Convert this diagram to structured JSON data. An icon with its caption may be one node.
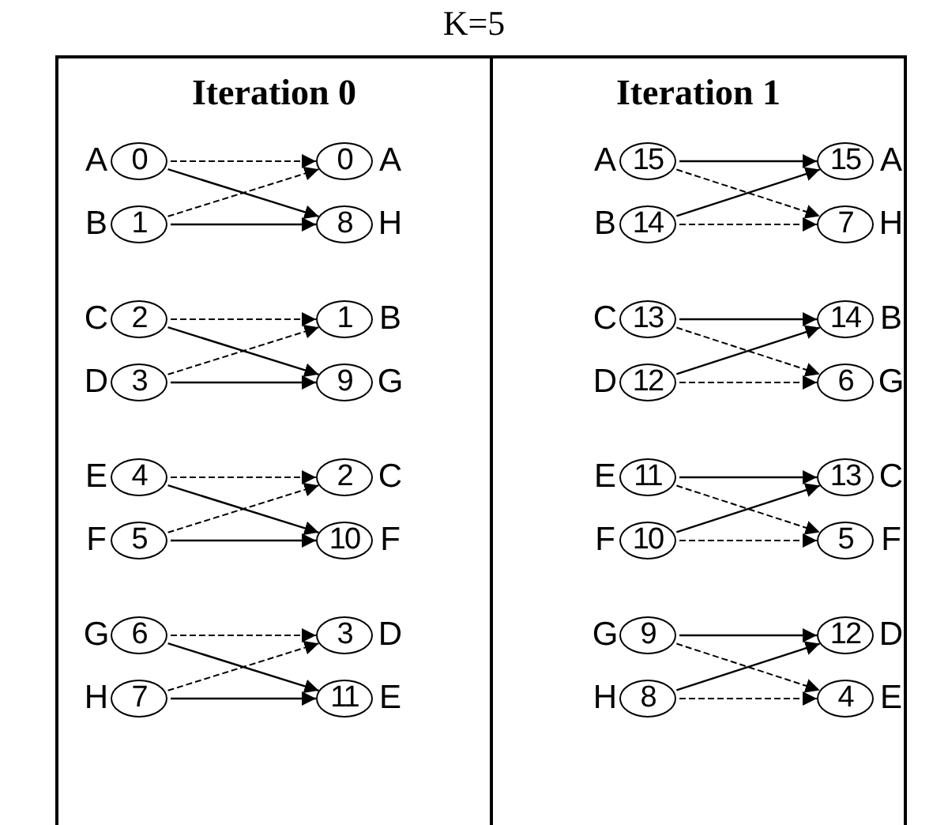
{
  "diagram": {
    "title": "K=5",
    "nodes": [
      {
        "text": [
          "Iteration 0"
        ]
      },
      {
        "text": [
          "0"
        ],
        "in": 0,
        "beside": [
          "A"
        ]
      },
      {
        "text": [
          "0"
        ],
        "in": 0,
        "beside": [
          "A"
        ]
      },
      {
        "text": [
          "1"
        ],
        "in": 0,
        "beside": [
          "B"
        ]
      },
      {
        "text": [
          "8"
        ],
        "in": 0,
        "beside": [
          "H"
        ]
      },
      {
        "text": [
          "2"
        ],
        "in": 0,
        "beside": [
          "C"
        ]
      },
      {
        "text": [
          "1"
        ],
        "in": 0,
        "beside": [
          "B"
        ]
      },
      {
        "text": [
          "3"
        ],
        "in": 0,
        "beside": [
          "D"
        ]
      },
      {
        "text": [
          "9"
        ],
        "in": 0,
        "beside": [
          "G"
        ]
      },
      {
        "text": [
          "4"
        ],
        "in": 0,
        "beside": [
          "E"
        ]
      },
      {
        "text": [
          "2"
        ],
        "in": 0,
        "beside": [
          "C"
        ]
      },
      {
        "text": [
          "5"
        ],
        "in": 0,
        "beside": [
          "F"
        ]
      },
      {
        "text": [
          "10"
        ],
        "in": 0,
        "beside": [
          "F"
        ]
      },
      {
        "text": [
          "6"
        ],
        "in": 0,
        "beside": [
          "G"
        ]
      },
      {
        "text": [
          "3"
        ],
        "in": 0,
        "beside": [
          "D"
        ]
      },
      {
        "text": [
          "7"
        ],
        "in": 0,
        "beside": [
          "H"
        ]
      },
      {
        "text": [
          "11"
        ],
        "in": 0,
        "beside": [
          "E"
        ]
      },
      {
        "text": [
          "Iteration 1"
        ]
      },
      {
        "text": [
          "15"
        ],
        "in": 17,
        "beside": [
          "A"
        ]
      },
      {
        "text": [
          "15"
        ],
        "in": 17,
        "beside": [
          "A"
        ]
      },
      {
        "text": [
          "14"
        ],
        "in": 17,
        "beside": [
          "B"
        ]
      },
      {
        "text": [
          "7"
        ],
        "in": 17,
        "beside": [
          "H"
        ]
      },
      {
        "text": [
          "13"
        ],
        "in": 17,
        "beside": [
          "C"
        ]
      },
      {
        "text": [
          "14"
        ],
        "in": 17,
        "beside": [
          "B"
        ]
      },
      {
        "text": [
          "12"
        ],
        "in": 17,
        "beside": [
          "D"
        ]
      },
      {
        "text": [
          "6"
        ],
        "in": 17,
        "beside": [
          "G"
        ]
      },
      {
        "text": [
          "11"
        ],
        "in": 17,
        "beside": [
          "E"
        ]
      },
      {
        "text": [
          "13"
        ],
        "in": 17,
        "beside": [
          "C"
        ]
      },
      {
        "text": [
          "10"
        ],
        "in": 17,
        "beside": [
          "F"
        ]
      },
      {
        "text": [
          "5"
        ],
        "in": 17,
        "beside": [
          "F"
        ]
      },
      {
        "text": [
          "9"
        ],
        "in": 17,
        "beside": [
          "G"
        ]
      },
      {
        "text": [
          "12"
        ],
        "in": 17,
        "beside": [
          "D"
        ]
      },
      {
        "text": [
          "8"
        ],
        "in": 17,
        "beside": [
          "H"
        ]
      },
      {
        "text": [
          "4"
        ],
        "in": 17,
        "beside": [
          "E"
        ]
      }
    ],
    "edges": [
      {
        "from": 1,
        "to": 2,
        "arrow": "to",
        "style": "dashed"
      },
      {
        "from": 1,
        "to": 4,
        "arrow": "to"
      },
      {
        "from": 3,
        "to": 2,
        "arrow": "to",
        "style": "dashed"
      },
      {
        "from": 3,
        "to": 4,
        "arrow": "to"
      },
      {
        "from": 5,
        "to": 6,
        "arrow": "to",
        "style": "dashed"
      },
      {
        "from": 5,
        "to": 8,
        "arrow": "to"
      },
      {
        "from": 7,
        "to": 6,
        "arrow": "to",
        "style": "dashed"
      },
      {
        "from": 7,
        "to": 8,
        "arrow": "to"
      },
      {
        "from": 9,
        "to": 10,
        "arrow": "to",
        "style": "dashed"
      },
      {
        "from": 9,
        "to": 12,
        "arrow": "to"
      },
      {
        "from": 11,
        "to": 10,
        "arrow": "to",
        "style": "dashed"
      },
      {
        "from": 11,
        "to": 12,
        "arrow": "to"
      },
      {
        "from": 13,
        "to": 14,
        "arrow": "to",
        "style": "dashed"
      },
      {
        "from": 13,
        "to": 16,
        "arrow": "to"
      },
      {
        "from": 15,
        "to": 14,
        "arrow": "to",
        "style": "dashed"
      },
      {
        "from": 15,
        "to": 16,
        "arrow": "to"
      },
      {
        "from": 18,
        "to": 19,
        "arrow": "to"
      },
      {
        "from": 18,
        "to": 21,
        "arrow": "to",
        "style": "dashed"
      },
      {
        "from": 20,
        "to": 19,
        "arrow": "to"
      },
      {
        "from": 20,
        "to": 21,
        "arrow": "to",
        "style": "dashed"
      },
      {
        "from": 22,
        "to": 23,
        "arrow": "to"
      },
      {
        "from": 22,
        "to": 25,
        "arrow": "to",
        "style": "dashed"
      },
      {
        "from": 24,
        "to": 23,
        "arrow": "to"
      },
      {
        "from": 24,
        "to": 25,
        "arrow": "to",
        "style": "dashed"
      },
      {
        "from": 26,
        "to": 27,
        "arrow": "to"
      },
      {
        "from": 26,
        "to": 29,
        "arrow": "to",
        "style": "dashed"
      },
      {
        "from": 28,
        "to": 27,
        "arrow": "to"
      },
      {
        "from": 28,
        "to": 29,
        "arrow": "to",
        "style": "dashed"
      },
      {
        "from": 30,
        "to": 31,
        "arrow": "to"
      },
      {
        "from": 30,
        "to": 33,
        "arrow": "to",
        "style": "dashed"
      },
      {
        "from": 32,
        "to": 31,
        "arrow": "to"
      },
      {
        "from": 32,
        "to": 33,
        "arrow": "to",
        "style": "dashed"
      }
    ]
  }
}
